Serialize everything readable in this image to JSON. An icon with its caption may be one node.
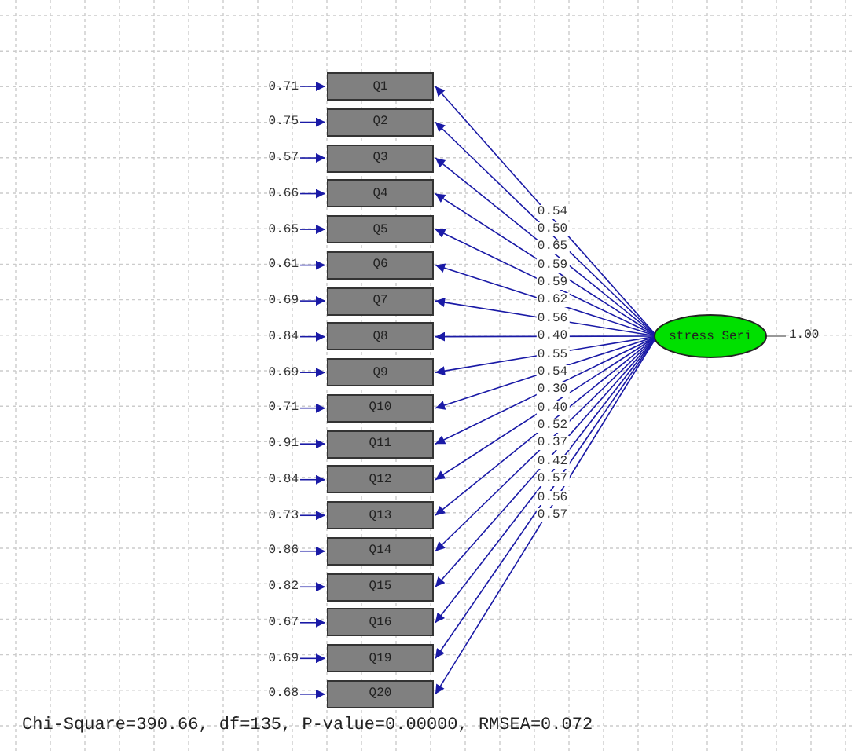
{
  "diagram": {
    "nodes": [
      {
        "text": [
          "Q1"
        ]
      },
      {
        "text": [
          "Q2"
        ]
      },
      {
        "text": [
          "Q3"
        ]
      },
      {
        "text": [
          "Q4"
        ]
      },
      {
        "text": [
          "Q5"
        ]
      },
      {
        "text": [
          "Q6"
        ]
      },
      {
        "text": [
          "Q7"
        ]
      },
      {
        "text": [
          "Q8"
        ]
      },
      {
        "text": [
          "Q9"
        ]
      },
      {
        "text": [
          "Q10"
        ]
      },
      {
        "text": [
          "Q11"
        ]
      },
      {
        "text": [
          "Q12"
        ]
      },
      {
        "text": [
          "Q13"
        ]
      },
      {
        "text": [
          "Q14"
        ]
      },
      {
        "text": [
          "Q15"
        ]
      },
      {
        "text": [
          "Q16"
        ]
      },
      {
        "text": [
          "Q19"
        ]
      },
      {
        "text": [
          "Q20"
        ]
      },
      {
        "text": [
          "stress Seri"
        ],
        "beside": [
          "1.00"
        ]
      },
      {
        "text": [
          "0.71"
        ]
      },
      {
        "text": [
          "0.75"
        ]
      },
      {
        "text": [
          "0.57"
        ]
      },
      {
        "text": [
          "0.66"
        ]
      },
      {
        "text": [
          "0.65"
        ]
      },
      {
        "text": [
          "0.61"
        ]
      },
      {
        "text": [
          "0.69"
        ]
      },
      {
        "text": [
          "0.84"
        ]
      },
      {
        "text": [
          "0.69"
        ]
      },
      {
        "text": [
          "0.71"
        ]
      },
      {
        "text": [
          "0.91"
        ]
      },
      {
        "text": [
          "0.84"
        ]
      },
      {
        "text": [
          "0.73"
        ]
      },
      {
        "text": [
          "0.86"
        ]
      },
      {
        "text": [
          "0.82"
        ]
      },
      {
        "text": [
          "0.67"
        ]
      },
      {
        "text": [
          "0.69"
        ]
      },
      {
        "text": [
          "0.68"
        ]
      }
    ],
    "edges": [
      {
        "from": 18,
        "to": 0,
        "arrow": "to",
        "label": "0.54"
      },
      {
        "from": 18,
        "to": 1,
        "arrow": "to",
        "label": "0.50"
      },
      {
        "from": 18,
        "to": 2,
        "arrow": "to",
        "label": "0.65"
      },
      {
        "from": 18,
        "to": 3,
        "arrow": "to",
        "label": "0.59"
      },
      {
        "from": 18,
        "to": 4,
        "arrow": "to",
        "label": "0.59"
      },
      {
        "from": 18,
        "to": 5,
        "arrow": "to",
        "label": "0.62"
      },
      {
        "from": 18,
        "to": 6,
        "arrow": "to",
        "label": "0.56"
      },
      {
        "from": 18,
        "to": 7,
        "arrow": "to",
        "label": "0.40"
      },
      {
        "from": 18,
        "to": 8,
        "arrow": "to",
        "label": "0.55"
      },
      {
        "from": 18,
        "to": 9,
        "arrow": "to",
        "label": "0.54"
      },
      {
        "from": 18,
        "to": 10,
        "arrow": "to",
        "label": "0.30"
      },
      {
        "from": 18,
        "to": 11,
        "arrow": "to",
        "label": "0.40"
      },
      {
        "from": 18,
        "to": 12,
        "arrow": "to",
        "label": "0.52"
      },
      {
        "from": 18,
        "to": 13,
        "arrow": "to",
        "label": "0.37"
      },
      {
        "from": 18,
        "to": 14,
        "arrow": "to",
        "label": "0.42"
      },
      {
        "from": 18,
        "to": 15,
        "arrow": "to",
        "label": "0.57"
      },
      {
        "from": 18,
        "to": 16,
        "arrow": "to",
        "label": "0.56"
      },
      {
        "from": 18,
        "to": 17,
        "arrow": "to",
        "label": "0.57"
      },
      {
        "from": 19,
        "to": 0,
        "arrow": "to"
      },
      {
        "from": 20,
        "to": 1,
        "arrow": "to"
      },
      {
        "from": 21,
        "to": 2,
        "arrow": "to"
      },
      {
        "from": 22,
        "to": 3,
        "arrow": "to"
      },
      {
        "from": 23,
        "to": 4,
        "arrow": "to"
      },
      {
        "from": 24,
        "to": 5,
        "arrow": "to"
      },
      {
        "from": 25,
        "to": 6,
        "arrow": "to"
      },
      {
        "from": 26,
        "to": 7,
        "arrow": "to"
      },
      {
        "from": 27,
        "to": 8,
        "arrow": "to"
      },
      {
        "from": 28,
        "to": 9,
        "arrow": "to"
      },
      {
        "from": 29,
        "to": 10,
        "arrow": "to"
      },
      {
        "from": 30,
        "to": 11,
        "arrow": "to"
      },
      {
        "from": 31,
        "to": 12,
        "arrow": "to"
      },
      {
        "from": 32,
        "to": 13,
        "arrow": "to"
      },
      {
        "from": 33,
        "to": 14,
        "arrow": "to"
      },
      {
        "from": 34,
        "to": 15,
        "arrow": "to"
      },
      {
        "from": 35,
        "to": 16,
        "arrow": "to"
      },
      {
        "from": 36,
        "to": 17,
        "arrow": "to"
      }
    ],
    "labels": [
      "Chi-Square=390.66, df=135, P-value=0.00000, RMSEA=0.072"
    ]
  }
}
